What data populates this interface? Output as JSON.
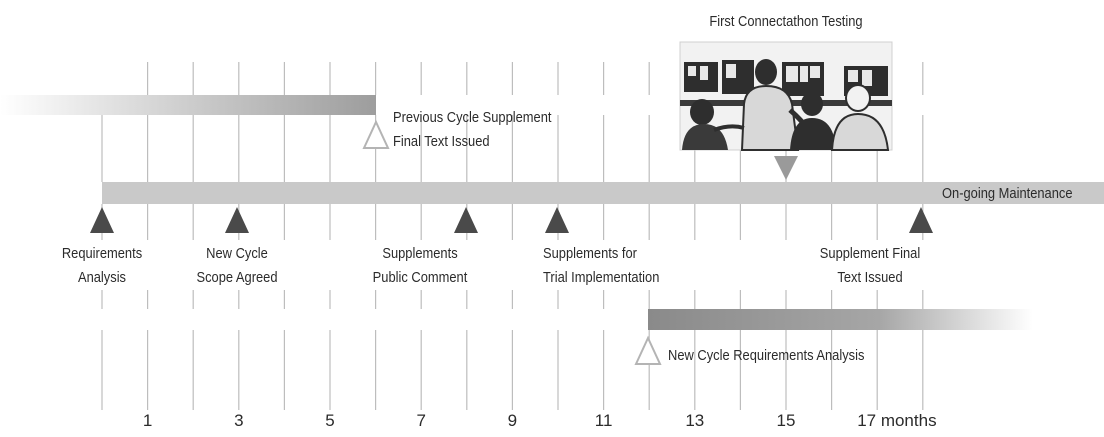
{
  "photo_caption": "First Connectathon Testing",
  "bar_end_label": "On-going Maintenance",
  "milestones": {
    "requirements": [
      "Requirements",
      "Analysis"
    ],
    "new_cycle": [
      "New Cycle",
      "Scope Agreed"
    ],
    "previous_cycle": [
      "Previous Cycle Supplement",
      "Final Text Issued"
    ],
    "public_comment": [
      "Supplements",
      "Public Comment"
    ],
    "trial": [
      "Supplements for",
      "Trial Implementation"
    ],
    "final": [
      "Supplement Final",
      "Text Issued"
    ],
    "new_cycle_analysis": "New Cycle Requirements Analysis"
  },
  "axis": {
    "ticks": [
      "1",
      "3",
      "5",
      "7",
      "9",
      "11",
      "13",
      "15",
      "17 months"
    ]
  },
  "colors": {
    "bar": "#c9c9c9",
    "bar_dark": "#8a8a8a",
    "marker": "#4a4a4a",
    "hollow_marker": "#b4b4b4",
    "grid": "#bdbdbd"
  }
}
